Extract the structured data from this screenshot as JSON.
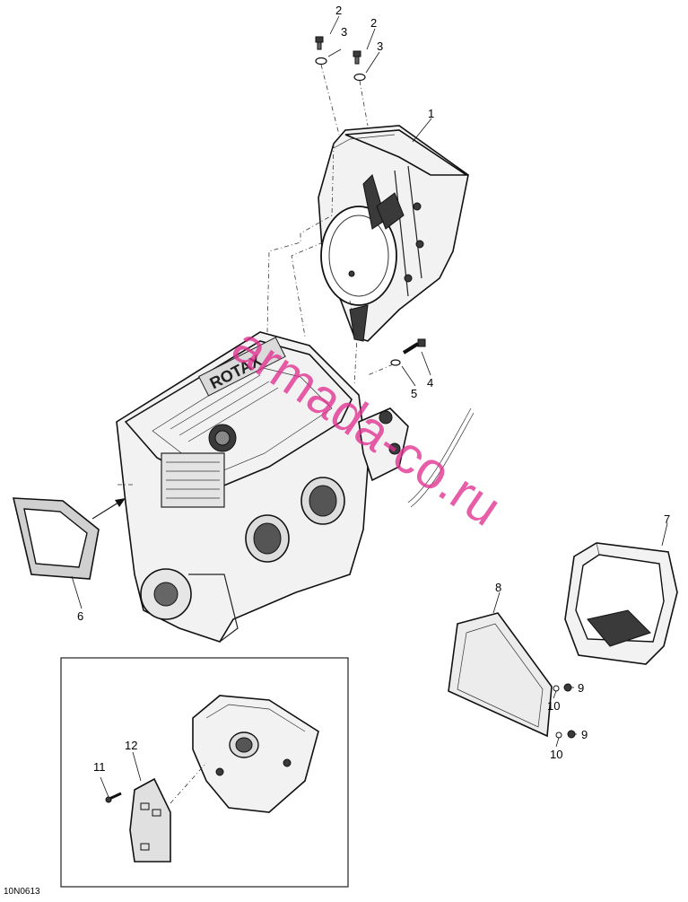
{
  "diagram": {
    "callouts": [
      "1",
      "2",
      "3",
      "4",
      "5",
      "6",
      "7",
      "8",
      "9",
      "10",
      "11",
      "12"
    ],
    "drawing_code": "10N0613",
    "watermark": "armada-co.ru",
    "engine_logo": "ROTAX"
  }
}
